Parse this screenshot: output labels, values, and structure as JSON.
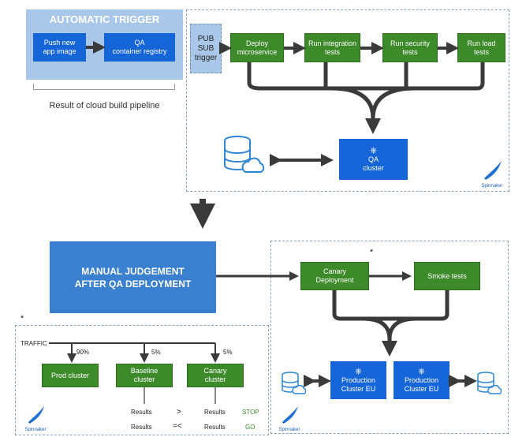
{
  "trigger": {
    "title": "AUTOMATIC TRIGGER",
    "push_label": "Push new\napp image",
    "qa_registry_label": "QA\ncontainer registry",
    "caption": "Result of cloud build pipeline"
  },
  "pubsub": {
    "label": "PUB\nSUB\ntrigger"
  },
  "qa_pipeline": {
    "steps": [
      "Deploy\nmicroservice",
      "Run integration\ntests",
      "Run security\ntests",
      "Run load\ntests"
    ],
    "cluster_label": "QA\ncluster",
    "logo_text": "Spinnaker"
  },
  "judgement": {
    "label": "MANUAL JUDGEMENT\nAFTER QA DEPLOYMENT"
  },
  "prod_pipeline": {
    "asterisk": "*",
    "canary_deploy_label": "Canary\nDeployment",
    "smoke_label": "Smoke tests",
    "prod_cluster_a": "Production\nCluster EU",
    "prod_cluster_b": "Production\nCluster EU",
    "logo_text": "Spinnaker"
  },
  "canary_analysis": {
    "asterisk": "*",
    "traffic_label": "TRAFFIC",
    "pct_prod": "90%",
    "pct_baseline": "5%",
    "pct_canary": "5%",
    "prod_cluster": "Prod cluster",
    "baseline_cluster": "Baseline\ncluster",
    "canary_cluster": "Canary\ncluster",
    "results_a1": "Results",
    "results_a2": "Results",
    "results_b1": "Results",
    "results_b2": "Results",
    "op_gt": ">",
    "op_le": "=<",
    "stop_label": "STOP",
    "go_label": "GO",
    "logo_text": "Spinnaker"
  },
  "colors": {
    "green": "#3d8a2a",
    "blue": "#1565d8",
    "trigger_blue": "#a8c6e8",
    "arrow": "#3a3a3a"
  }
}
